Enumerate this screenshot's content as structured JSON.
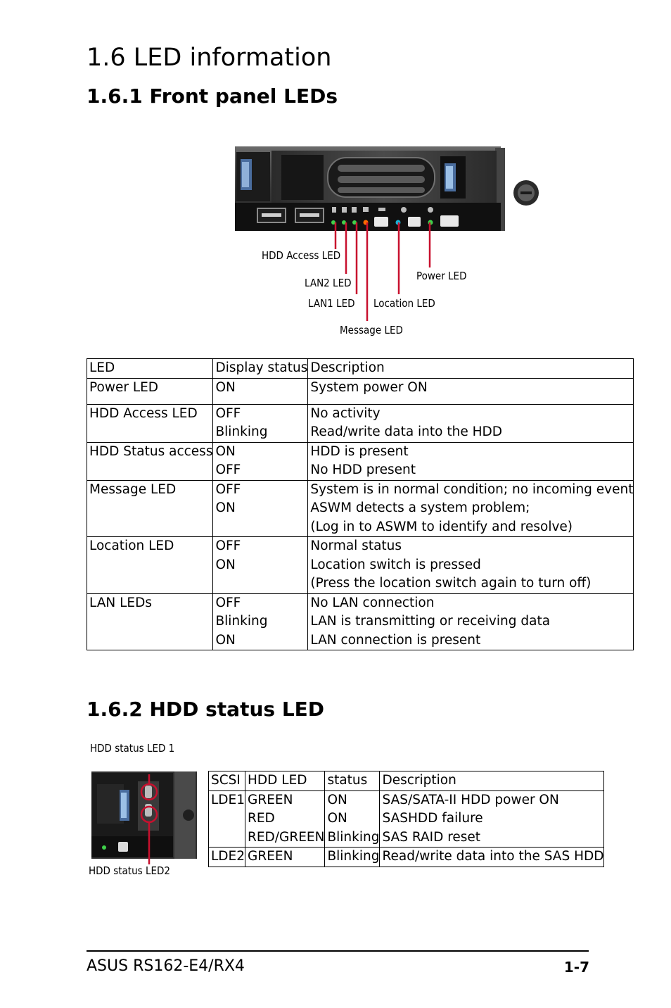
{
  "title": "1.6 LED information",
  "section1": {
    "heading": "1.6.1 Front panel LEDs",
    "callouts": {
      "hdd_access": "HDD Access LED",
      "lan2": "LAN2 LED",
      "lan1": "LAN1 LED",
      "message": "Message LED",
      "location": "Location LED",
      "power": "Power LED"
    },
    "table": {
      "headers": [
        "LED",
        "Display status",
        "Description"
      ],
      "rows": [
        {
          "led": "Power LED",
          "status": [
            "ON"
          ],
          "desc": [
            "System power ON"
          ]
        },
        {
          "led": "HDD Access LED",
          "status": [
            "OFF",
            "Blinking"
          ],
          "desc": [
            "No activity",
            "Read/write data into the HDD"
          ]
        },
        {
          "led": "HDD Status access",
          "status": [
            "ON",
            "OFF"
          ],
          "desc": [
            "HDD is present",
            "No HDD present"
          ]
        },
        {
          "led": "Message LED",
          "status": [
            "OFF",
            "ON"
          ],
          "desc": [
            "System is in normal condition; no incoming event",
            "ASWM detects a system problem;",
            "(Log in to ASWM to identify and resolve)"
          ]
        },
        {
          "led": "Location LED",
          "status": [
            "OFF",
            "ON"
          ],
          "desc": [
            "Normal status",
            "Location switch is pressed",
            "(Press the location switch again to turn off)"
          ]
        },
        {
          "led": "LAN LEDs",
          "status": [
            "OFF",
            "Blinking",
            "ON"
          ],
          "desc": [
            "No LAN connection",
            "LAN is transmitting or receiving data",
            "LAN connection is present"
          ]
        }
      ]
    }
  },
  "section2": {
    "heading": "1.6.2 HDD status LED",
    "callouts": {
      "led1": "HDD status LED 1",
      "led2": "HDD status LED2"
    },
    "table": {
      "headers": [
        "SCSI",
        "HDD LED",
        "status",
        "Description"
      ],
      "rows": [
        {
          "scsi": "LDE1",
          "hdd": [
            "GREEN",
            "RED",
            "RED/GREEN"
          ],
          "status": [
            "ON",
            "ON",
            "Blinking"
          ],
          "desc": [
            "SAS/SATA-II HDD power ON",
            "SASHDD failure",
            "SAS RAID reset"
          ]
        },
        {
          "scsi": "LDE2",
          "hdd": [
            "GREEN"
          ],
          "status": [
            "Blinking"
          ],
          "desc": [
            "Read/write data into the SAS HDD"
          ]
        }
      ]
    }
  },
  "footer": {
    "left": "ASUS RS162-E4/RX4",
    "right": "1-7"
  },
  "colors": {
    "callout_line": "#c8102e",
    "led_green": "#3fd14a",
    "led_orange": "#ff6a00",
    "led_blue": "#18b4d8"
  }
}
